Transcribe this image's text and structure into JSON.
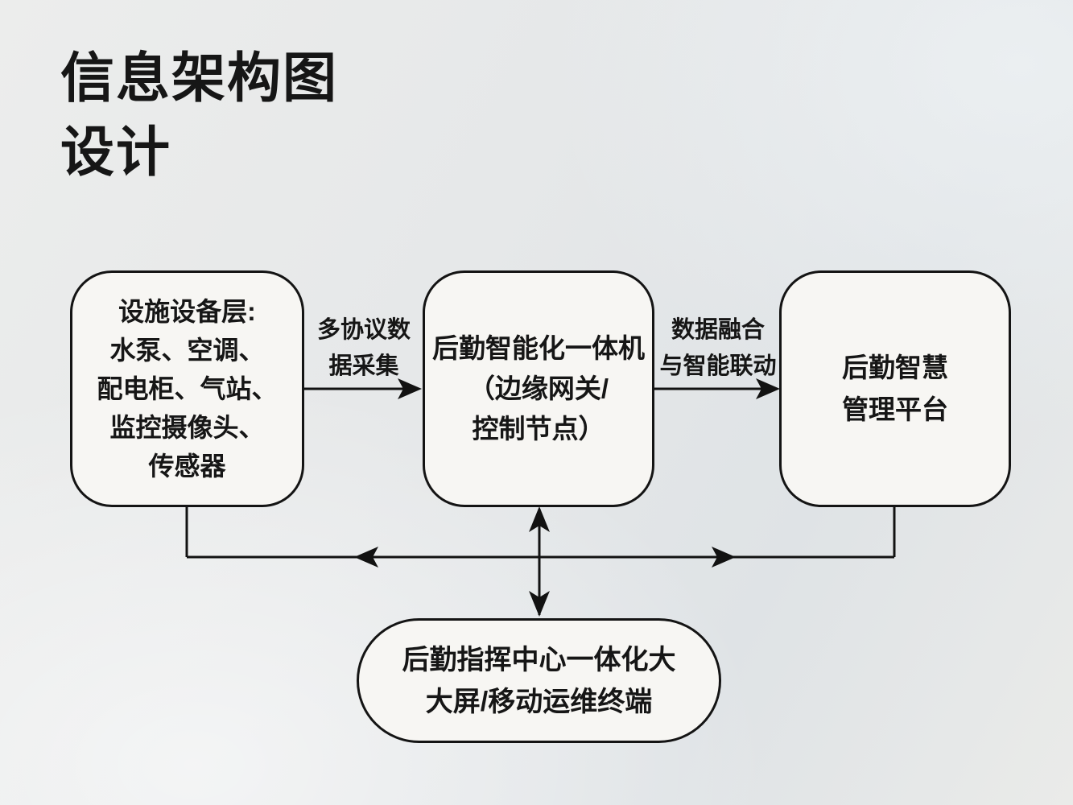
{
  "title": {
    "line1": "信息架构图",
    "line2": "设计"
  },
  "nodes": {
    "devices": {
      "lines": [
        "设施设备层:",
        "水泵、空调、",
        "配电柜、气站、",
        "监控摄像头、",
        "传感器"
      ]
    },
    "gateway": {
      "lines": [
        "后勤智能化一体机",
        "（边缘网关/",
        "控制节点）"
      ]
    },
    "platform": {
      "lines": [
        "后勤智慧",
        "管理平台"
      ]
    },
    "terminal": {
      "lines": [
        "后勤指挥中心一体化大",
        "大屏/移动运维终端"
      ]
    }
  },
  "edge_labels": {
    "collect": {
      "lines": [
        "多协议数",
        "据采集"
      ]
    },
    "fusion": {
      "lines": [
        "数据融合",
        "与智能联动"
      ]
    }
  },
  "colors": {
    "background": "#e6e8e9",
    "node_fill": "#f7f6f3",
    "ink": "#141414"
  }
}
